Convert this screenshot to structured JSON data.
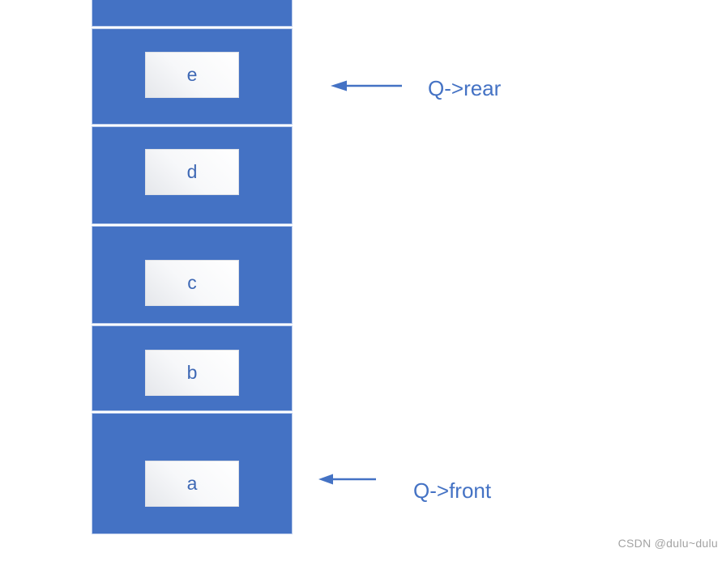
{
  "diagram": {
    "kind": "queue-structure",
    "queue_cells": [
      {
        "value": ""
      },
      {
        "value": "e"
      },
      {
        "value": "d"
      },
      {
        "value": "c"
      },
      {
        "value": "b"
      },
      {
        "value": "a"
      }
    ],
    "pointers": {
      "rear": {
        "label": "Q->rear"
      },
      "front": {
        "label": "Q->front"
      }
    }
  },
  "watermark": "CSDN @dulu~dulu",
  "colors": {
    "cell_fill": "#4472C4",
    "cell_border": "#bccdec",
    "pointer_blue": "#4472C4",
    "value_text_blue": "#3f69b5",
    "watermark_gray": "#a3a3a3"
  }
}
